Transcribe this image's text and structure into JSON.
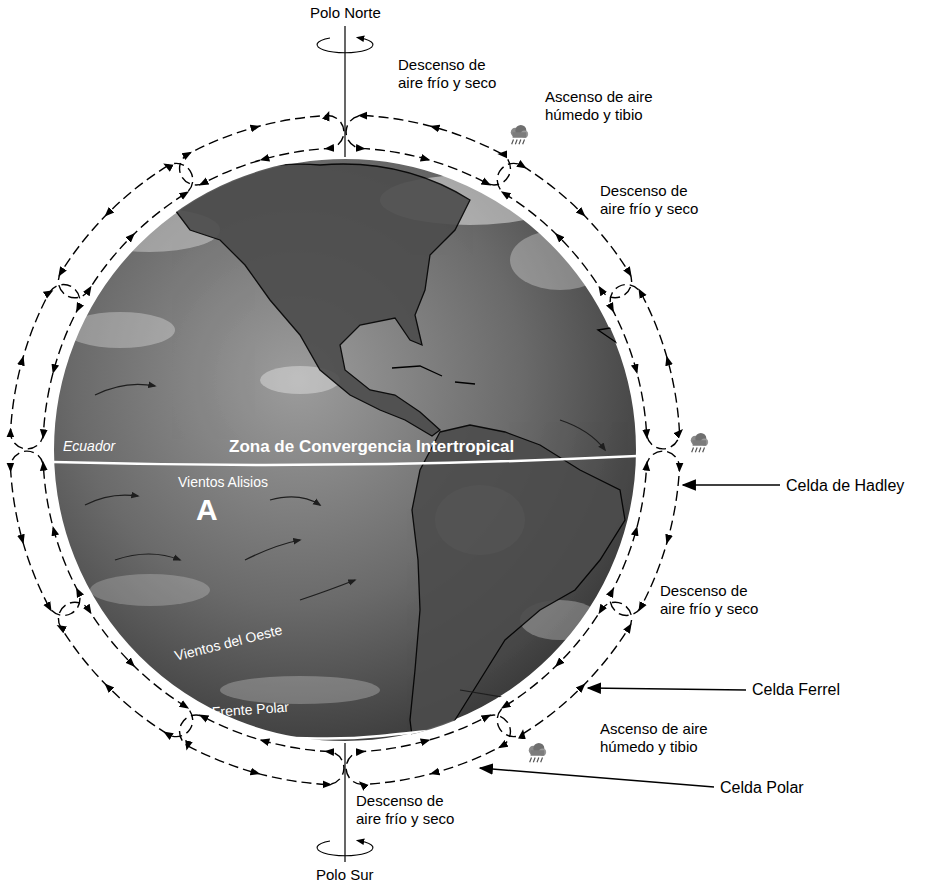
{
  "diagram": {
    "labels": [
      "Polo Norte",
      "Descenso de aire frío y seco",
      "Ascenso de aire húmedo y tibio",
      "Descenso de aire frío y seco",
      "Ecuador",
      "Zona de Convergencia Intertropical",
      "Vientos Alisios",
      "Celda de Hadley",
      "A",
      "Vientos del Oeste",
      "Descenso de aire frío y seco",
      "Frente Polar",
      "Celda Ferrel",
      "Ascenso de aire húmedo y tibio",
      "Descenso de aire frío y seco",
      "Celda Polar",
      "Polo Sur"
    ]
  }
}
